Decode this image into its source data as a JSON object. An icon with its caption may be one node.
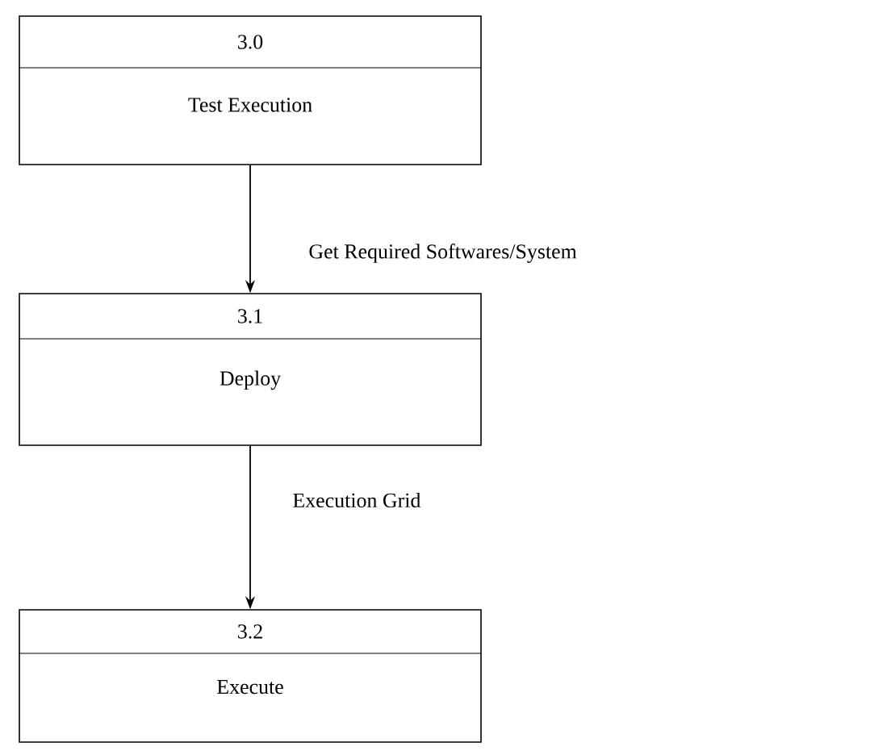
{
  "diagram": {
    "nodes": [
      {
        "text": [
          "3.0",
          "Test Execution"
        ]
      },
      {
        "text": [
          "3.1",
          "Deploy"
        ]
      },
      {
        "text": [
          "3.2",
          "Execute"
        ]
      }
    ],
    "edges": [
      {
        "from": 0,
        "to": 1,
        "arrow": "to",
        "label": "Get Required Softwares/System"
      },
      {
        "from": 1,
        "to": 2,
        "arrow": "to",
        "label": "Execution Grid"
      }
    ]
  }
}
